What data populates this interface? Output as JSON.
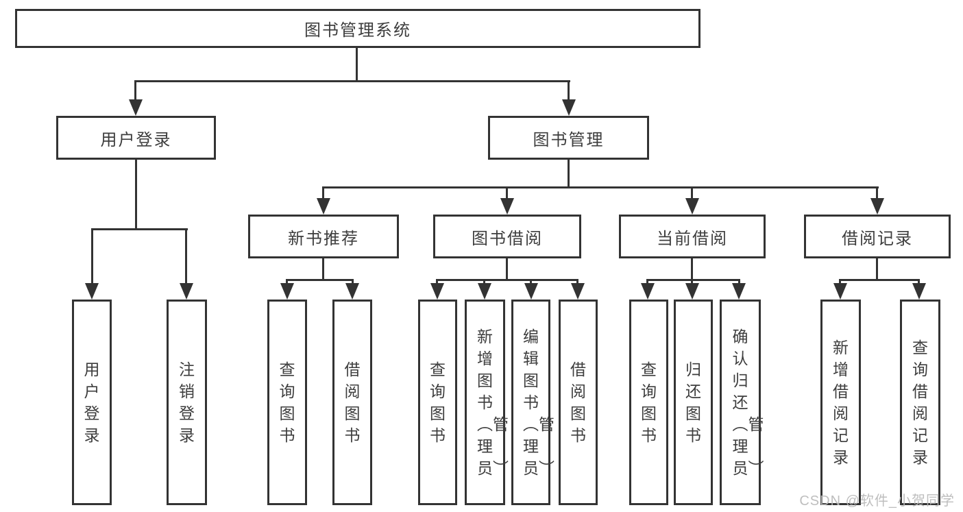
{
  "diagram": {
    "root": {
      "label": "图书管理系统"
    },
    "level2": [
      {
        "label": "用户登录",
        "children": [
          {
            "label": "用户登录"
          },
          {
            "label": "注销登录"
          }
        ]
      },
      {
        "label": "图书管理",
        "children": [
          {
            "label": "新书推荐",
            "children": [
              {
                "label": "查询图书"
              },
              {
                "label": "借阅图书"
              }
            ]
          },
          {
            "label": "图书借阅",
            "children": [
              {
                "label": "查询图书"
              },
              {
                "label": "新增图书（管理员）"
              },
              {
                "label": "编辑图书（管理员）"
              },
              {
                "label": "借阅图书"
              }
            ]
          },
          {
            "label": "当前借阅",
            "children": [
              {
                "label": "查询图书"
              },
              {
                "label": "归还图书"
              },
              {
                "label": "确认归还（管理员）"
              }
            ]
          },
          {
            "label": "借阅记录",
            "children": [
              {
                "label": "新增借阅记录"
              },
              {
                "label": "查询借阅记录"
              }
            ]
          }
        ]
      }
    ]
  },
  "watermark": {
    "text": "CSDN @软件_小贺同学",
    "color": "#b9b9b9"
  },
  "colors": {
    "background": "#ffffff",
    "line": "#333333",
    "text": "#3d3d3d"
  }
}
